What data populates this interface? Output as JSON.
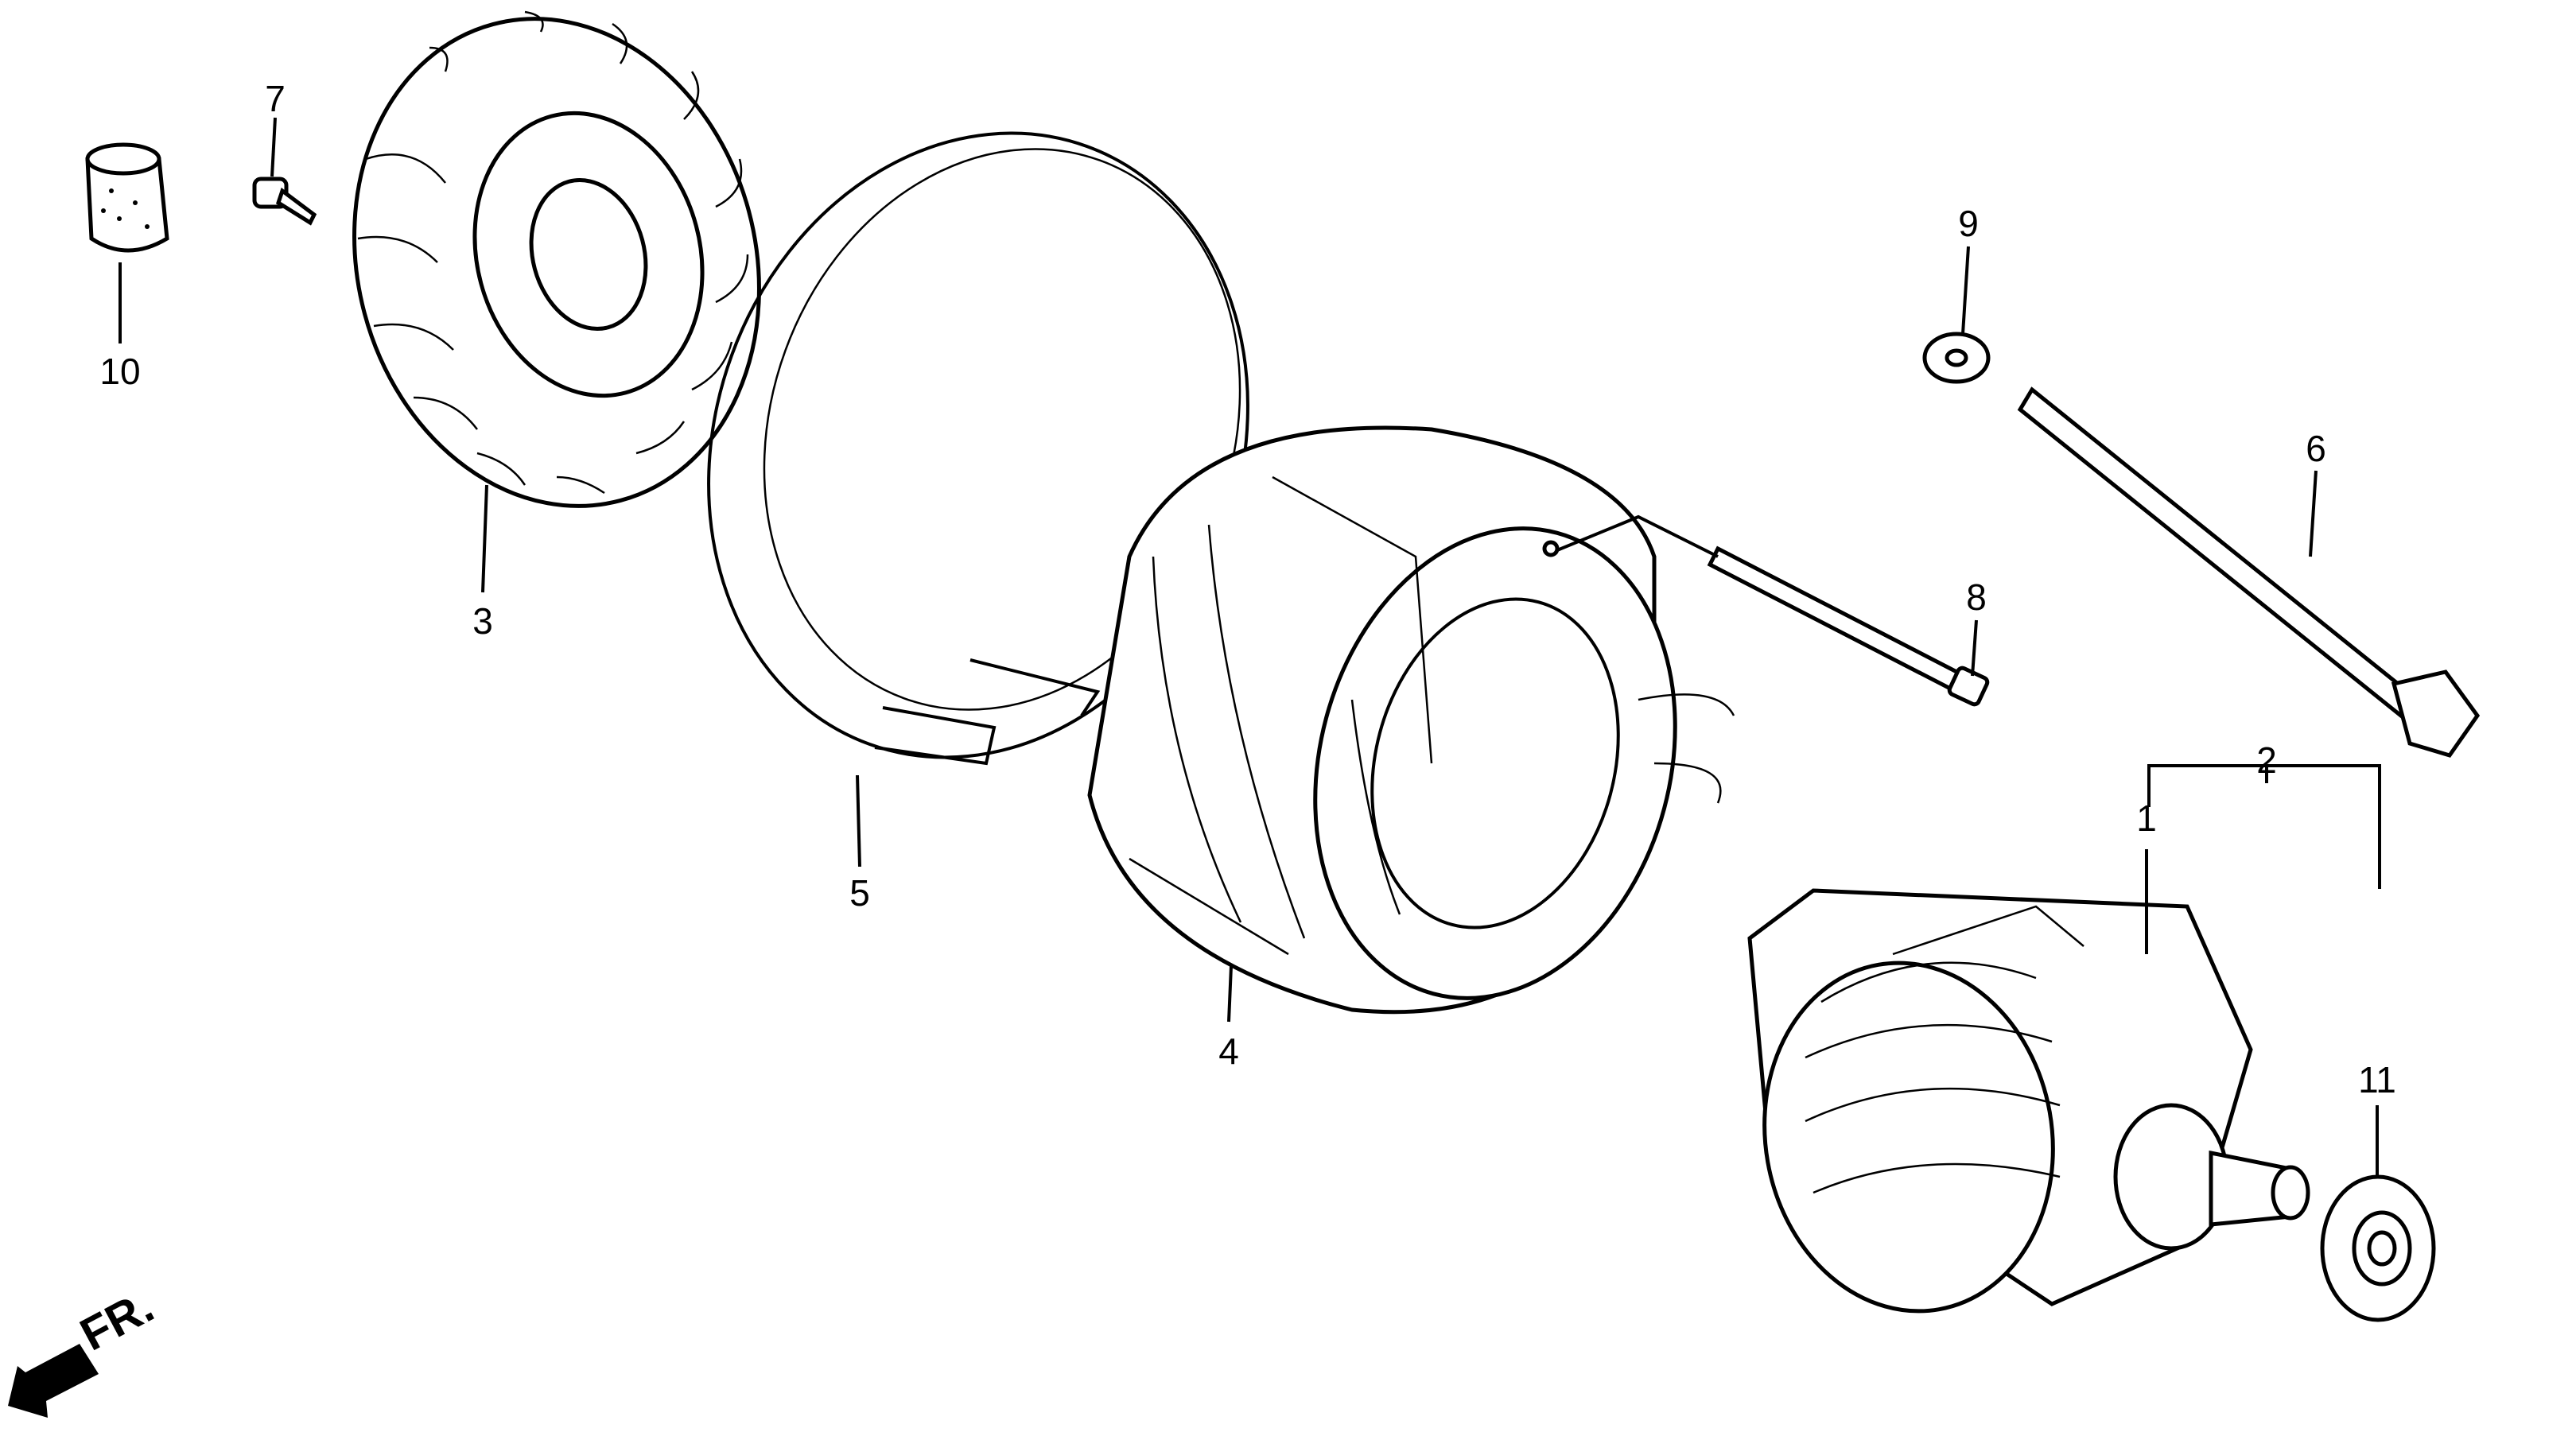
{
  "diagram": {
    "callouts": {
      "p1": "1",
      "p2": "2",
      "p3": "3",
      "p4": "4",
      "p5": "5",
      "p6": "6",
      "p7": "7",
      "p8": "8",
      "p9": "9",
      "p10": "10",
      "p11": "11"
    },
    "front_indicator": "FR."
  }
}
